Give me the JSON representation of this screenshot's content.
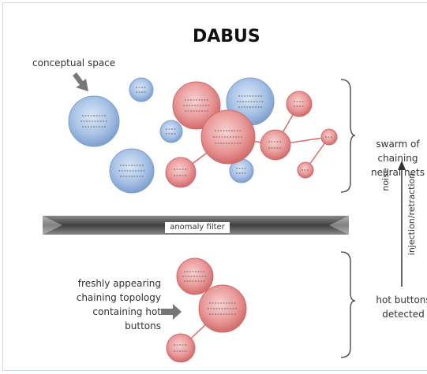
{
  "title": "DABUS",
  "labels": {
    "conceptual_space": "conceptual space",
    "swarm": "swarm of\nchaining\nneural nets",
    "anomaly_filter": "anomaly filter",
    "noise": "noise",
    "injection": "injection/retraction",
    "freshly": "freshly appearing\nchaining topology\ncontaining hot\nbuttons",
    "hot_buttons": "hot buttons\ndetected"
  },
  "colors": {
    "blue_net": "#a9c3e6",
    "red_net": "#ea9a9a",
    "link": "#d86a6a",
    "filter": "#555555",
    "arrow": "#777777"
  },
  "icons": {
    "pointer_arrow": "arrow-down-right-icon",
    "bracket": "right-curly-brace-icon",
    "up_arrow": "arrow-up-icon"
  }
}
